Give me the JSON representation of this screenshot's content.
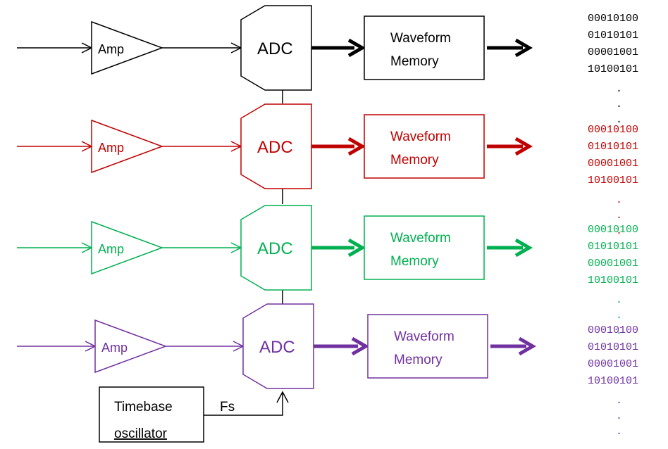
{
  "channels": [
    {
      "color": "#000000",
      "amp_label": "Amp",
      "adc_label": "ADC",
      "memory_line1": "Waveform",
      "memory_line2": "Memory",
      "bits": [
        "00010100",
        "01010101",
        "00001001",
        "10100101"
      ],
      "dots": [
        ".",
        ".",
        "."
      ]
    },
    {
      "color": "#c00000",
      "amp_label": "Amp",
      "adc_label": "ADC",
      "memory_line1": "Waveform",
      "memory_line2": "Memory",
      "bits": [
        "00010100",
        "01010101",
        "00001001",
        "10100101"
      ],
      "dots": [
        ".",
        ".",
        "."
      ]
    },
    {
      "color": "#00b050",
      "amp_label": "Amp",
      "adc_label": "ADC",
      "memory_line1": "Waveform",
      "memory_line2": "Memory",
      "bits": [
        "00010100",
        "01010101",
        "00001001",
        "10100101"
      ],
      "dots": [
        ".",
        ".",
        "."
      ]
    },
    {
      "color": "#7030a0",
      "amp_label": "Amp",
      "adc_label": "ADC",
      "memory_line1": "Waveform",
      "memory_line2": "Memory",
      "bits": [
        "00010100",
        "01010101",
        "00001001",
        "10100101"
      ],
      "dots": [
        ".",
        ".",
        "."
      ]
    }
  ],
  "timebase": {
    "line1": "Timebase",
    "line2": "oscillator",
    "clock_label": "Fs"
  }
}
